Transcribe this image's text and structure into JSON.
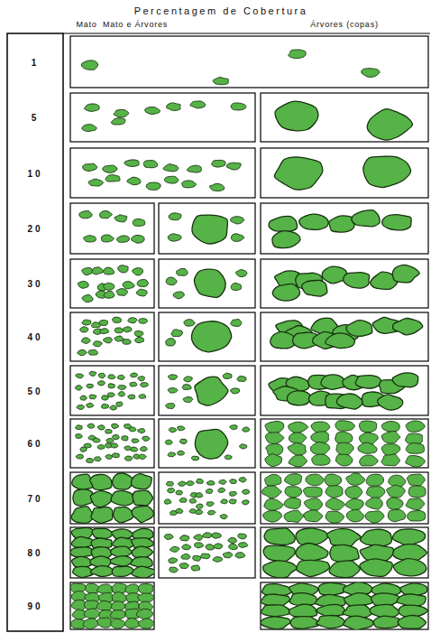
{
  "diagram": {
    "title": "Percentagem de Cobertura",
    "labels": [
      "Mato",
      "Mato e Árvores",
      "Árvores (copas)",
      "1",
      "5",
      "10",
      "20",
      "30",
      "40",
      "50",
      "60",
      "70",
      "80",
      "90"
    ]
  }
}
